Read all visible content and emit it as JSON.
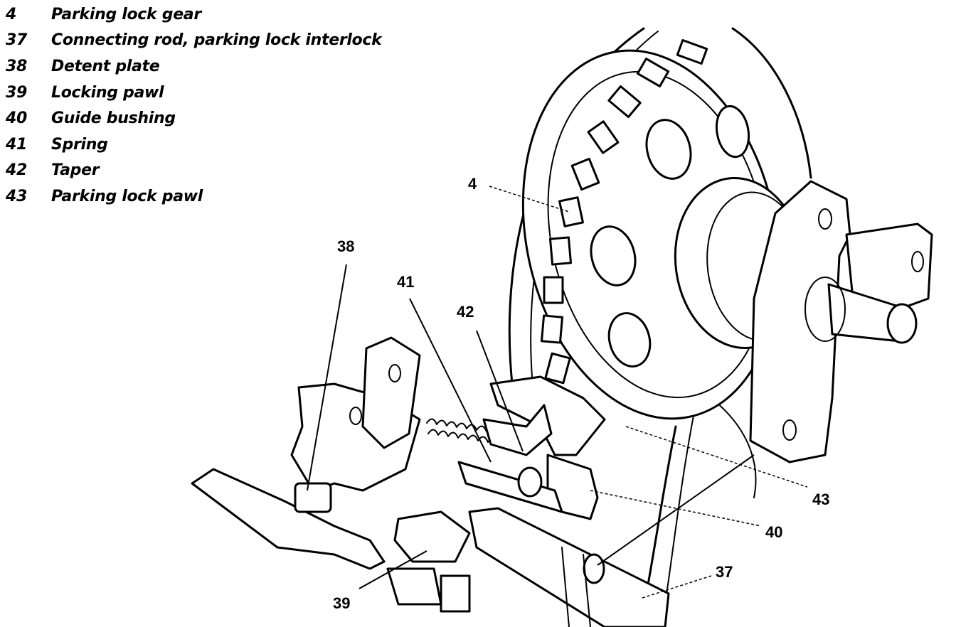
{
  "legend": [
    {
      "num": "4",
      "text": "Parking lock gear"
    },
    {
      "num": "37",
      "text": "Connecting rod, parking lock interlock"
    },
    {
      "num": "38",
      "text": "Detent plate"
    },
    {
      "num": "39",
      "text": "Locking pawl"
    },
    {
      "num": "40",
      "text": "Guide bushing"
    },
    {
      "num": "41",
      "text": "Spring"
    },
    {
      "num": "42",
      "text": "Taper"
    },
    {
      "num": "43",
      "text": "Parking lock pawl"
    }
  ],
  "callouts": {
    "c4": "4",
    "c37": "37",
    "c38": "38",
    "c39": "39",
    "c40": "40",
    "c41": "41",
    "c42": "42",
    "c43": "43"
  }
}
